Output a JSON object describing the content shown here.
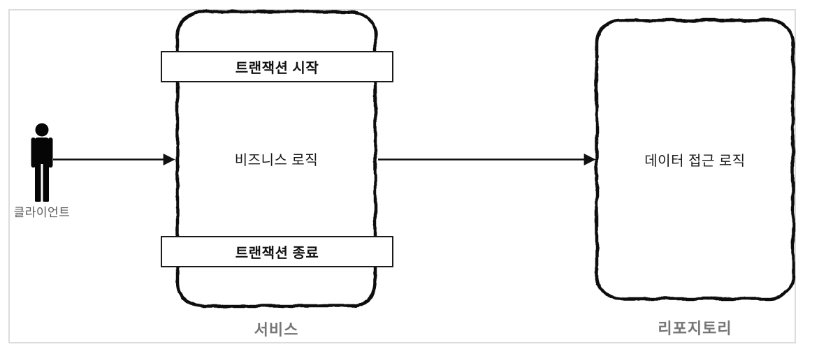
{
  "diagram": {
    "client": {
      "icon": "person-icon",
      "label": "클라이언트"
    },
    "service": {
      "caption": "서비스",
      "transaction_start": "트랜잭션 시작",
      "business_logic": "비즈니스 로직",
      "transaction_end": "트랜잭션 종료"
    },
    "repository": {
      "caption": "리포지토리",
      "data_access_logic": "데이터 접근 로직"
    },
    "arrows": [
      {
        "from": "client",
        "to": "service"
      },
      {
        "from": "service",
        "to": "repository"
      }
    ],
    "colors": {
      "shape_line": "#111111",
      "caption_gray": "#757575",
      "client_label_gray": "#595959",
      "frame_border": "#dcdcdc",
      "background": "#ffffff"
    }
  }
}
